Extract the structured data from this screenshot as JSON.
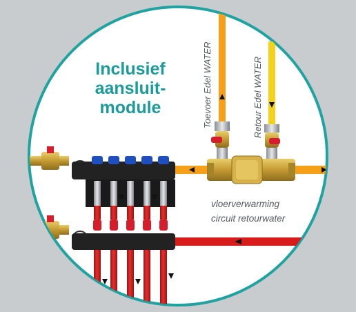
{
  "heading": {
    "line1": "Inclusief",
    "line2": "aansluit-",
    "line3": "module"
  },
  "labels": {
    "supply": "Toevoer Edel WATER",
    "return": "Retour Edel WATER"
  },
  "caption": {
    "line1": "vloerverwarming",
    "line2": "circuit retourwater"
  },
  "colors": {
    "background": "#c9cccf",
    "circle": "#ffffff",
    "border": "#1fa3a0",
    "heading": "#1b9c9a",
    "supply_pipe": "#f6a01a",
    "yellow_pipe": "#f3d21c",
    "return_pipe": "#d81c1c",
    "valve_handle": "#d51d2c",
    "manifold": "#222222",
    "brass": "#c9a23a",
    "cap_blue": "#1f4fbf"
  },
  "icons": [
    "arrow-up-icon",
    "arrow-down-icon",
    "arrow-left-icon",
    "arrow-right-icon",
    "ball-valve-icon",
    "pressure-gauge-icon"
  ]
}
